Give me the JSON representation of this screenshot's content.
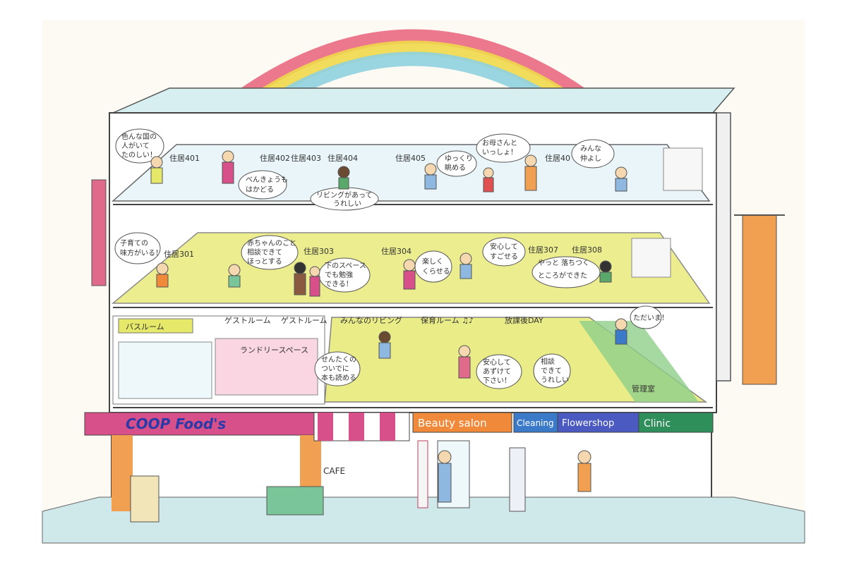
{
  "floor4": {
    "rooms": [
      "住居401",
      "住居402",
      "住居403",
      "住居404",
      "住居405",
      "住居40"
    ],
    "bubbles": [
      [
        "色んな国の",
        "人がいて",
        "たのしい！"
      ],
      [
        "べんきょうも",
        "はかどる"
      ],
      [
        "リビングがあって",
        "うれしい"
      ],
      [
        "ゆっくり",
        "眺める"
      ],
      [
        "お母さんと",
        "いっしょ！"
      ],
      [
        "みんな",
        "仲よし"
      ]
    ]
  },
  "floor3": {
    "rooms": [
      "住居301",
      "住居303",
      "住居304",
      "住居307",
      "住居308"
    ],
    "bubbles": [
      [
        "子育ての",
        "味方がいる！"
      ],
      [
        "赤ちゃんのこと",
        "相談できて",
        "ほっとする"
      ],
      [
        "下のスペース",
        "でも勉強",
        "できる！"
      ],
      [
        "楽しく",
        "くらせる"
      ],
      [
        "安心して",
        "すごせる"
      ],
      [
        "やっと",
        "落ちつく",
        "ところができた"
      ]
    ]
  },
  "floor2": {
    "rooms": [
      "バスルーム",
      "ゲストルーム",
      "ゲストルーム",
      "ランドリースペース",
      "みんなのリビング",
      "保育ルーム ♫♪",
      "放課後DAY",
      "管理室"
    ],
    "bubbles": [
      [
        "ただいま！"
      ],
      [
        "せんたくの",
        "ついでに",
        "本も読める"
      ],
      [
        "安心して",
        "あずけて",
        "下さい！"
      ],
      [
        "相談",
        "できて",
        "うれしい"
      ]
    ]
  },
  "shops": {
    "coop": "COOP Food's",
    "cafe": "CAFE",
    "beauty": "Beauty salon",
    "cleaning": "Cleaning",
    "flower": "Flowershop",
    "clinic": "Clinic"
  },
  "colors": {
    "rainbow": [
      "#e8607a",
      "#f0d84a",
      "#8fd0e0"
    ],
    "floor_yellow": "#e6e86a",
    "floor_blue": "#bfe0ea",
    "coop_sign": "#d8508a",
    "beauty_sign": "#f08a3a",
    "clean_sign": "#3a7ac8",
    "flower_sign": "#4a5ac0",
    "clinic_sign": "#2f8f5a"
  }
}
